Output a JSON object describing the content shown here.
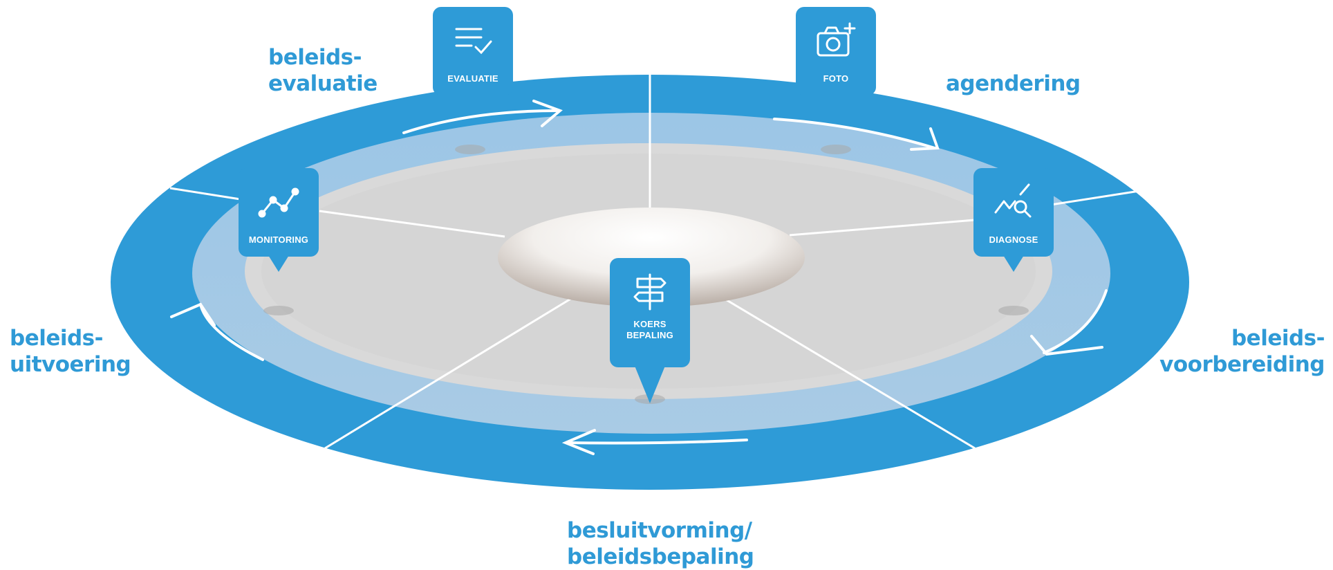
{
  "colors": {
    "outer_ring": "#2e9bd7",
    "inner_ring": "#9fc6e6",
    "center_fill": "#d8d8d8",
    "label_text": "#2f9ad6",
    "marker_fill": "#2e9bd7",
    "spokes": "#ffffff"
  },
  "phases": {
    "beleidsevaluatie": [
      "beleids-",
      "evaluatie"
    ],
    "agendering": [
      "agendering"
    ],
    "beleidsuitvoering": [
      "beleids-",
      "uitvoering"
    ],
    "beleidsvoorbereiding": [
      "beleids-",
      "voorbereiding"
    ],
    "besluitvorming": [
      "besluitvorming/",
      "beleidsbepaling"
    ]
  },
  "markers": {
    "evaluatie": {
      "label": "EVALUATIE",
      "icon": "checklist-icon"
    },
    "foto": {
      "label": "FOTO",
      "icon": "camera-plus-icon"
    },
    "monitoring": {
      "label": "MONITORING",
      "icon": "line-chart-icon"
    },
    "diagnose": {
      "label": "DIAGNOSE",
      "icon": "chart-magnifier-icon"
    },
    "koersbepaling": {
      "label_lines": [
        "KOERS",
        "BEPALING"
      ],
      "icon": "signpost-icon"
    }
  }
}
